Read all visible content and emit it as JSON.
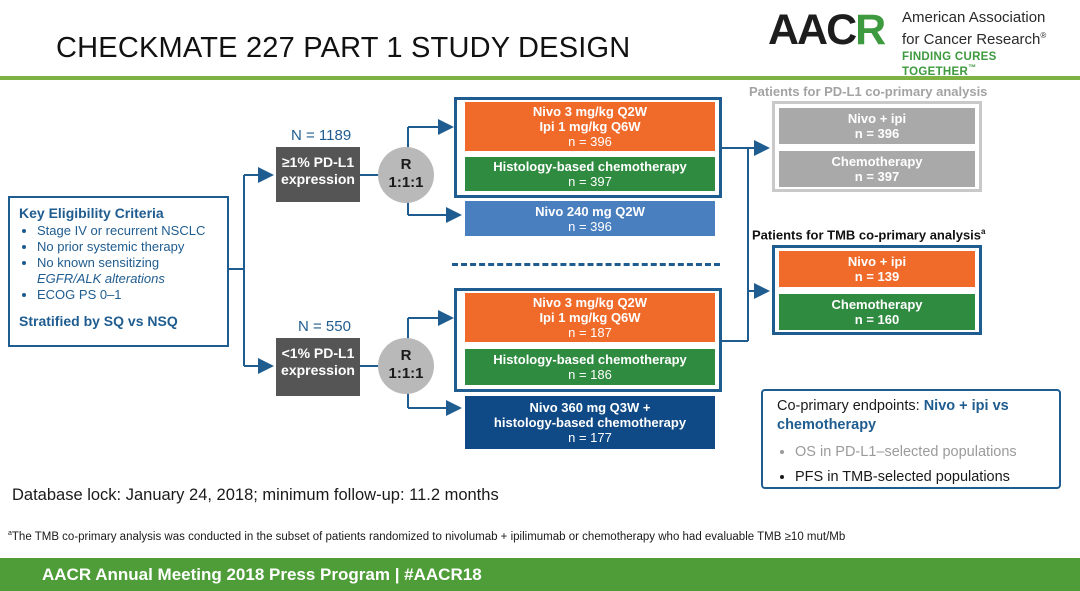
{
  "header": {
    "title": "CHECKMATE 227 PART 1 STUDY DESIGN",
    "logo_mark_a": "AAC",
    "logo_mark_r": "R",
    "logo_org_line1": "American Association",
    "logo_org_line2": "for Cancer Research",
    "logo_reg": "®",
    "logo_tagline": "FINDING CURES TOGETHER",
    "logo_tm": "™"
  },
  "criteria": {
    "heading": "Key Eligibility Criteria",
    "items": [
      "Stage IV or recurrent NSCLC",
      "No prior systemic therapy",
      "No known sensitizing",
      "EGFR/ALK alterations",
      "ECOG PS 0–1"
    ],
    "stratified": "Stratified by SQ vs NSQ"
  },
  "cohort_high": {
    "n_label": "N = 1189",
    "pdl1_line1": "≥1% PD-L1",
    "pdl1_line2": "expression",
    "rand_line1": "R",
    "rand_line2": "1:1:1",
    "arms": [
      {
        "line1": "Nivo 3 mg/kg Q2W",
        "line2": "Ipi 1 mg/kg Q6W",
        "n": "n = 396"
      },
      {
        "line1": "Histology-based chemotherapy",
        "n": "n = 397"
      },
      {
        "line1": "Nivo 240 mg Q2W",
        "n": "n = 396"
      }
    ]
  },
  "cohort_low": {
    "n_label": "N = 550",
    "pdl1_line1": "<1% PD-L1",
    "pdl1_line2": "expression",
    "rand_line1": "R",
    "rand_line2": "1:1:1",
    "arms": [
      {
        "line1": "Nivo 3 mg/kg Q2W",
        "line2": "Ipi 1 mg/kg Q6W",
        "n": "n = 187"
      },
      {
        "line1": "Histology-based chemotherapy",
        "n": "n = 186"
      },
      {
        "line1": "Nivo 360 mg Q3W +",
        "line2": "histology-based chemotherapy",
        "n": "n = 177"
      }
    ]
  },
  "pdl1_analysis": {
    "heading": "Patients for PD-L1 co-primary analysis",
    "boxes": [
      {
        "line1": "Nivo + ipi",
        "n": "n = 396"
      },
      {
        "line1": "Chemotherapy",
        "n": "n = 397"
      }
    ]
  },
  "tmb_analysis": {
    "heading": "Patients for TMB co-primary analysis",
    "heading_sup": "a",
    "boxes": [
      {
        "line1": "Nivo + ipi",
        "n": "n = 139"
      },
      {
        "line1": "Chemotherapy",
        "n": "n = 160"
      }
    ]
  },
  "endpoints": {
    "lead": "Co-primary endpoints:",
    "highlight": "Nivo + ipi vs chemotherapy",
    "items": [
      "OS in PD-L1–selected populations",
      "PFS in TMB-selected populations"
    ]
  },
  "database_lock": "Database lock: January 24, 2018; minimum follow-up: 11.2 months",
  "footnote": {
    "sup": "a",
    "text": "The TMB co-primary analysis was conducted in the subset of patients randomized to nivolumab + ipilimumab or chemotherapy who had evaluable TMB ≥10 mut/Mb"
  },
  "footer": "AACR Annual Meeting 2018 Press Program  |  #AACR18",
  "colors": {
    "accent_blue": "#1f5c8f",
    "orange_arm": "#f06a2a",
    "green_arm": "#2e8b3f",
    "light_blue_arm": "#4a7fbf",
    "navy_arm": "#0f4a86",
    "grey_box": "#a9a9a9",
    "footer_green": "#4e9d38"
  }
}
